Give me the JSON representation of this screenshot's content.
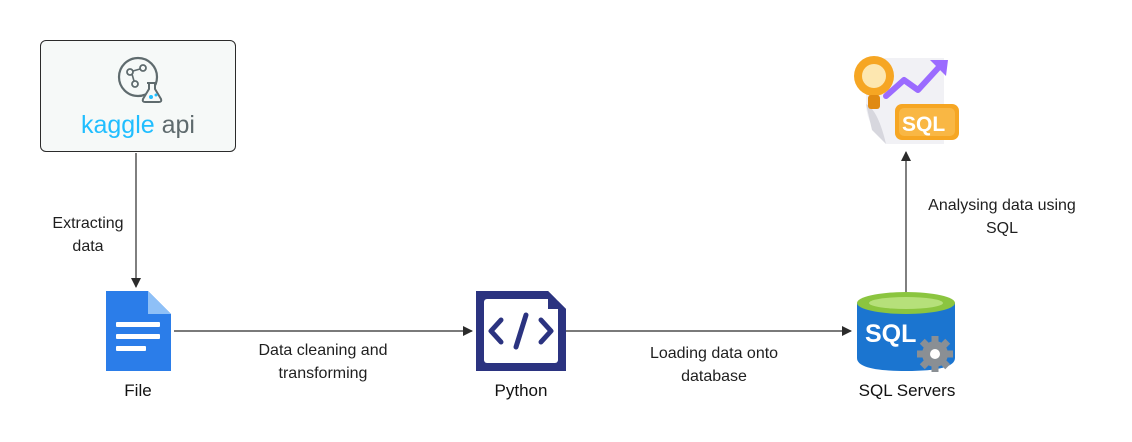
{
  "nodes": {
    "kaggle": {
      "word": "kaggle",
      "suffix": "api"
    },
    "file": {
      "label": "File"
    },
    "python": {
      "label": "Python"
    },
    "sql_servers": {
      "label": "SQL Servers"
    },
    "analysis": {
      "badge": "SQL"
    }
  },
  "edges": {
    "extract": {
      "line1": "Extracting",
      "line2": "data"
    },
    "clean": {
      "line1": "Data cleaning and",
      "line2": "transforming"
    },
    "load": {
      "line1": "Loading data onto",
      "line2": "database"
    },
    "analyse": {
      "line1": "Analysing data using",
      "line2": "SQL"
    }
  },
  "icons": {
    "kaggle": "kaggle-logo-icon",
    "file": "document-icon",
    "python": "code-file-icon",
    "sql_server": "sql-database-icon",
    "analysis": "sql-analytics-icon"
  },
  "colors": {
    "kaggle_blue": "#20beff",
    "file_blue": "#2b7de9",
    "python_navy": "#2b3380",
    "sql_blue": "#1b75d0",
    "sql_green": "#8bc53f",
    "gear_gray": "#8a8f94",
    "analysis_orange": "#f6a623",
    "analysis_purple": "#9b6bff",
    "arrow": "#2b2b2b"
  }
}
